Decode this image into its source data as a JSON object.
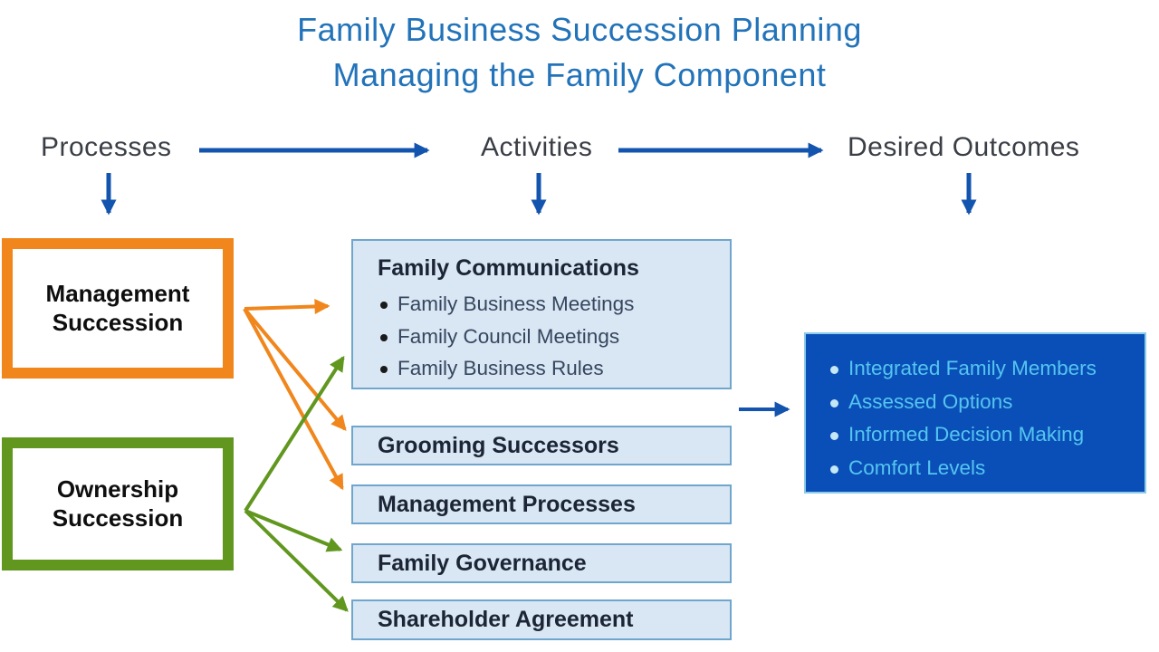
{
  "title": {
    "line1": "Family Business Succession Planning",
    "line2": "Managing the Family Component"
  },
  "headers": {
    "processes": "Processes",
    "activities": "Activities",
    "outcomes": "Desired Outcomes"
  },
  "process_boxes": {
    "management": {
      "line1": "Management",
      "line2": "Succession",
      "accent": "#EF8418"
    },
    "ownership": {
      "line1": "Ownership",
      "line2": "Succession",
      "accent": "#5F9423"
    }
  },
  "activities": {
    "family_communications": {
      "title": "Family Communications",
      "bullets": [
        "Family Business Meetings",
        "Family Council Meetings",
        "Family Business Rules"
      ]
    },
    "items": [
      "Grooming Successors",
      "Management Processes",
      "Family Governance",
      "Shareholder Agreement"
    ]
  },
  "outcomes": {
    "bullets": [
      "Integrated Family Members",
      "Assessed Options",
      "Informed Decision Making",
      "Comfort Levels"
    ]
  },
  "connections": [
    {
      "from": "Processes",
      "to": "Activities",
      "color": "#1355AE"
    },
    {
      "from": "Activities",
      "to": "Desired Outcomes",
      "color": "#1355AE"
    },
    {
      "from": "Management Succession",
      "to": "Family Communications",
      "color": "#F0861C"
    },
    {
      "from": "Management Succession",
      "to": "Grooming Successors",
      "color": "#F0861C"
    },
    {
      "from": "Management Succession",
      "to": "Management Processes",
      "color": "#F0861C"
    },
    {
      "from": "Ownership Succession",
      "to": "Family Communications",
      "color": "#61971F"
    },
    {
      "from": "Ownership Succession",
      "to": "Family Governance",
      "color": "#61971F"
    },
    {
      "from": "Ownership Succession",
      "to": "Shareholder Agreement",
      "color": "#61971F"
    },
    {
      "from": "Activities column",
      "to": "Desired Outcomes box",
      "color": "#1355AE"
    }
  ],
  "colors": {
    "title-blue": "#2273B9",
    "header-text": "#3A3E45",
    "arrow-blue": "#1355AE",
    "orange": "#F0861C",
    "green": "#61971F",
    "box-fill": "#D9E6F3",
    "box-border": "#6FA6CD",
    "box-text": "#1B2535",
    "bullet-text": "#36465F",
    "outcome-fill": "#0A4FB8",
    "outcome-border": "#8CCBE9",
    "outcome-text": "#55C5EF"
  }
}
